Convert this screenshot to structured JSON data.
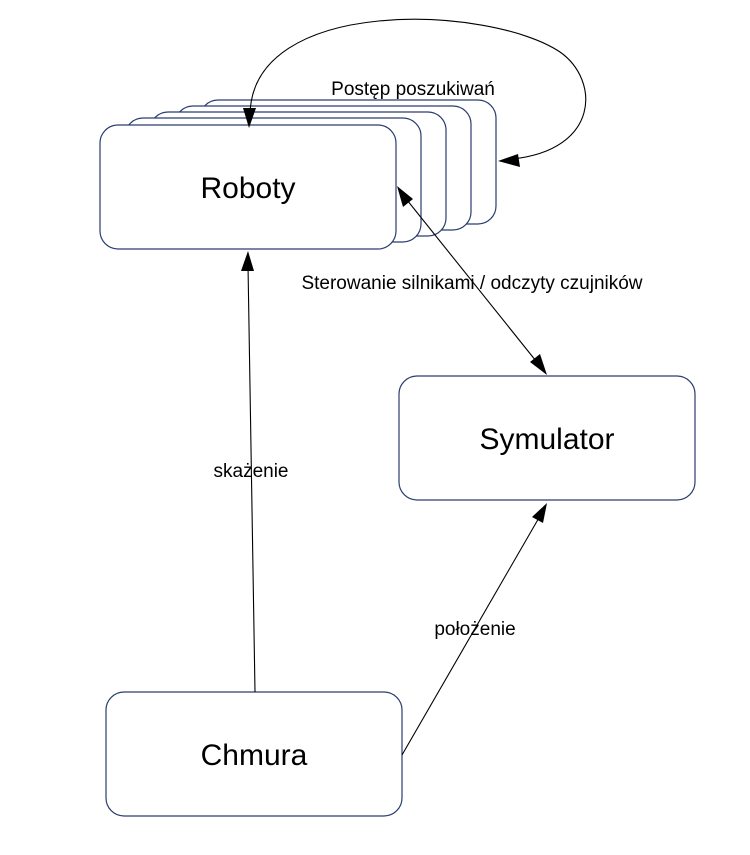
{
  "nodes": {
    "roboty": "Roboty",
    "symulator": "Symulator",
    "chmura": "Chmura"
  },
  "edges": {
    "progress": "Postęp poszukiwań",
    "control": "Sterowanie silnikami / odczyty czujników",
    "contamination": "skażenie",
    "position": "położenie"
  },
  "colors": {
    "box_border": "#2a3d6e",
    "arrow": "#000000"
  }
}
